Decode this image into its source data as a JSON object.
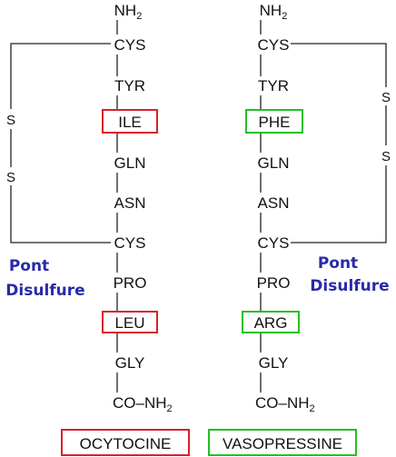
{
  "chains": {
    "left": {
      "nh2": "NH",
      "nh2_sub": "2",
      "residues": {
        "cys1": "CYS",
        "tyr": "TYR",
        "ile": "ILE",
        "gln": "GLN",
        "asn": "ASN",
        "cys6": "CYS",
        "pro": "PRO",
        "leu": "LEU",
        "gly": "GLY"
      },
      "terminal_co": "CO–NH",
      "terminal_sub": "2",
      "sulfur_top": "S",
      "sulfur_bottom": "S",
      "bridge_label_line1": "Pont",
      "bridge_label_line2": "Disulfure",
      "name": "OCYTOCINE"
    },
    "right": {
      "nh2": "NH",
      "nh2_sub": "2",
      "residues": {
        "cys1": "CYS",
        "tyr": "TYR",
        "phe": "PHE",
        "gln": "GLN",
        "asn": "ASN",
        "cys6": "CYS",
        "pro": "PRO",
        "arg": "ARG",
        "gly": "GLY"
      },
      "terminal_co": "CO–NH",
      "terminal_sub": "2",
      "sulfur_top": "S",
      "sulfur_bottom": "S",
      "bridge_label_line1": "Pont",
      "bridge_label_line2": "Disulfure",
      "name": "VASOPRESSINE"
    }
  },
  "colors": {
    "ocytocine_highlight": "#d9202a",
    "vasopressine_highlight": "#22c022",
    "bridge_label": "#2a2aa8"
  }
}
